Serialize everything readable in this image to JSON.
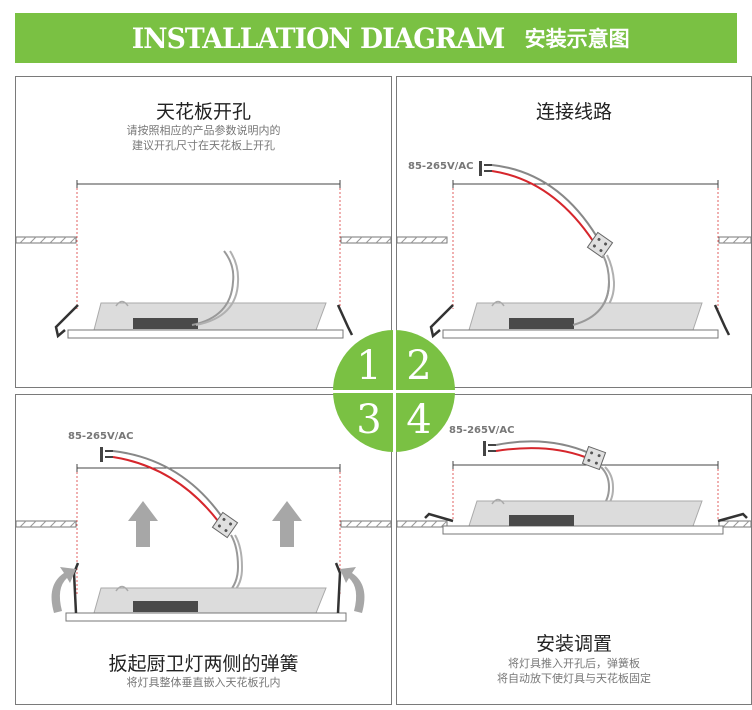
{
  "banner": {
    "title_en": "INSTALLATION DIAGRAM",
    "title_zh": "安装示意图"
  },
  "steps": [
    {
      "number": "1",
      "title": "天花板开孔",
      "desc_line1": "请按照相应的产品参数说明内的",
      "desc_line2": "建议开孔尺寸在天花板上开孔"
    },
    {
      "number": "2",
      "title": "连接线路",
      "voltage": "85-265V/AC"
    },
    {
      "number": "3",
      "title": "扳起厨卫灯两侧的弹簧",
      "desc_line1": "将灯具整体垂直嵌入天花板孔内",
      "voltage": "85-265V/AC"
    },
    {
      "number": "4",
      "title": "安装调置",
      "desc_line1": "将灯具推入开孔后，弹簧板",
      "desc_line2": "将自动放下使灯具与天花板固定",
      "voltage": "85-265V/AC"
    }
  ],
  "colors": {
    "accent": "#7ac143",
    "wire_red": "#d6262c",
    "wire_gray": "#9a9a9a",
    "arrow": "#a7a7a7"
  }
}
